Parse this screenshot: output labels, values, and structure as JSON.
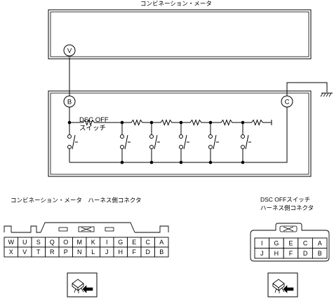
{
  "titles": {
    "meter": "コンビネーション・メータ",
    "meter_connector": "コンビネーション・メータ　ハーネス側コネクタ",
    "dsc_connector_line1": "DSC OFFスイッチ",
    "dsc_connector_line2": "ハーネス側コネクタ"
  },
  "terminals": {
    "meter_V": "V",
    "switch_B": "B",
    "switch_C": "C"
  },
  "switch_label": {
    "line1": "DSC OFF",
    "line2": "スイッチ"
  },
  "meter_connector_pins": {
    "row1": [
      "W",
      "U",
      "S",
      "Q",
      "O",
      "M",
      "K",
      "I",
      "G",
      "E",
      "C",
      "A"
    ],
    "row2": [
      "X",
      "V",
      "T",
      "R",
      "P",
      "N",
      "L",
      "J",
      "H",
      "F",
      "D",
      "B"
    ]
  },
  "dsc_connector_pins": {
    "row1": [
      "I",
      "G",
      "E",
      "C",
      "A"
    ],
    "row2": [
      "J",
      "H",
      "F",
      "D",
      "B"
    ]
  },
  "icons": {
    "connector_view_left": "connector-view-icon",
    "connector_view_right": "connector-view-icon",
    "ground": "ground-icon"
  }
}
